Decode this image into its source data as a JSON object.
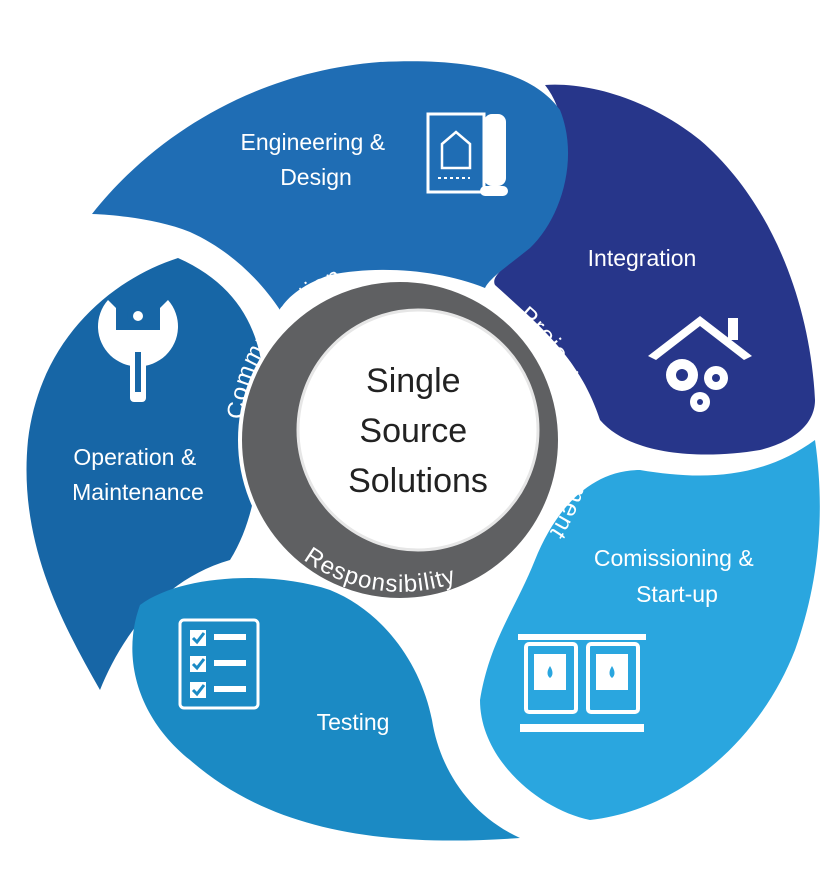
{
  "colors": {
    "engineering": "#1f6db4",
    "integration": "#27368a",
    "commissioning": "#2aa6df",
    "testing": "#1b8ac4",
    "operation": "#1766a6",
    "ring": "#5f6062",
    "center": "#ffffff"
  },
  "segments": {
    "engineering": {
      "line1": "Engineering &",
      "line2": "Design",
      "icon": "blueprint-icon"
    },
    "integration": {
      "line1": "Integration",
      "icon": "house-gears-icon"
    },
    "commissioning": {
      "line1": "Comissioning &",
      "line2": "Start-up",
      "icon": "cabinet-icon"
    },
    "testing": {
      "line1": "Testing",
      "icon": "checklist-icon"
    },
    "operation": {
      "line1": "Operation &",
      "line2": "Maintenance",
      "icon": "wrench-gear-icon"
    }
  },
  "ring": {
    "top_left": "Communication",
    "right": "Project Management",
    "bottom": "Responsibility"
  },
  "center": {
    "line1": "Single",
    "line2": "Source",
    "line3": "Solutions"
  }
}
